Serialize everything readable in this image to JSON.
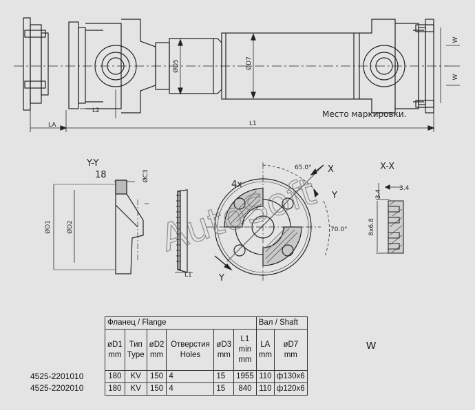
{
  "top_view": {
    "dimensions": {
      "d5": "ØD5",
      "d7": "ØD7",
      "l2": "L2",
      "la": "LA",
      "l1": "L1",
      "w": "W"
    },
    "marking_location": "Место маркировки."
  },
  "section_yy": {
    "title": "Y-Y",
    "dim_18": "18",
    "d3": "ØC3",
    "d1": "ØD1",
    "d2": "ØD2",
    "l1": "L1"
  },
  "flange_view": {
    "holes": "4x",
    "angle_top": "65.0°",
    "angle_right": "70.0°",
    "x_label": "X",
    "y_label": "Y",
    "watermark": "AutoSoft"
  },
  "section_xx": {
    "title": "X-X",
    "dim_34a": "3.4",
    "dim_34b": "3.4",
    "dim_8x68": "8x6.8"
  },
  "table": {
    "flange_header": "Фланец / Flange",
    "shaft_header": "Вал / Shaft",
    "w_label": "W",
    "columns": [
      {
        "l1": "øD1",
        "l2": "mm"
      },
      {
        "l1": "Тип",
        "l2": "Type"
      },
      {
        "l1": "øD2",
        "l2": "mm"
      },
      {
        "l1": "Отверстия",
        "l2": "Holes"
      },
      {
        "l1": "øD3",
        "l2": "mm"
      },
      {
        "l1": "L1",
        "l2": "min",
        "l3": "mm"
      },
      {
        "l1": "LA",
        "l2": "mm"
      },
      {
        "l1": "øD7",
        "l2": "mm"
      }
    ],
    "rows": [
      {
        "part": "4525-2201010",
        "cells": [
          "180",
          "KV",
          "150",
          "4",
          "15",
          "1955",
          "110",
          "ф130x6"
        ]
      },
      {
        "part": "4525-2202010",
        "cells": [
          "180",
          "KV",
          "150",
          "4",
          "15",
          "840",
          "110",
          "ф120x6"
        ]
      }
    ]
  }
}
